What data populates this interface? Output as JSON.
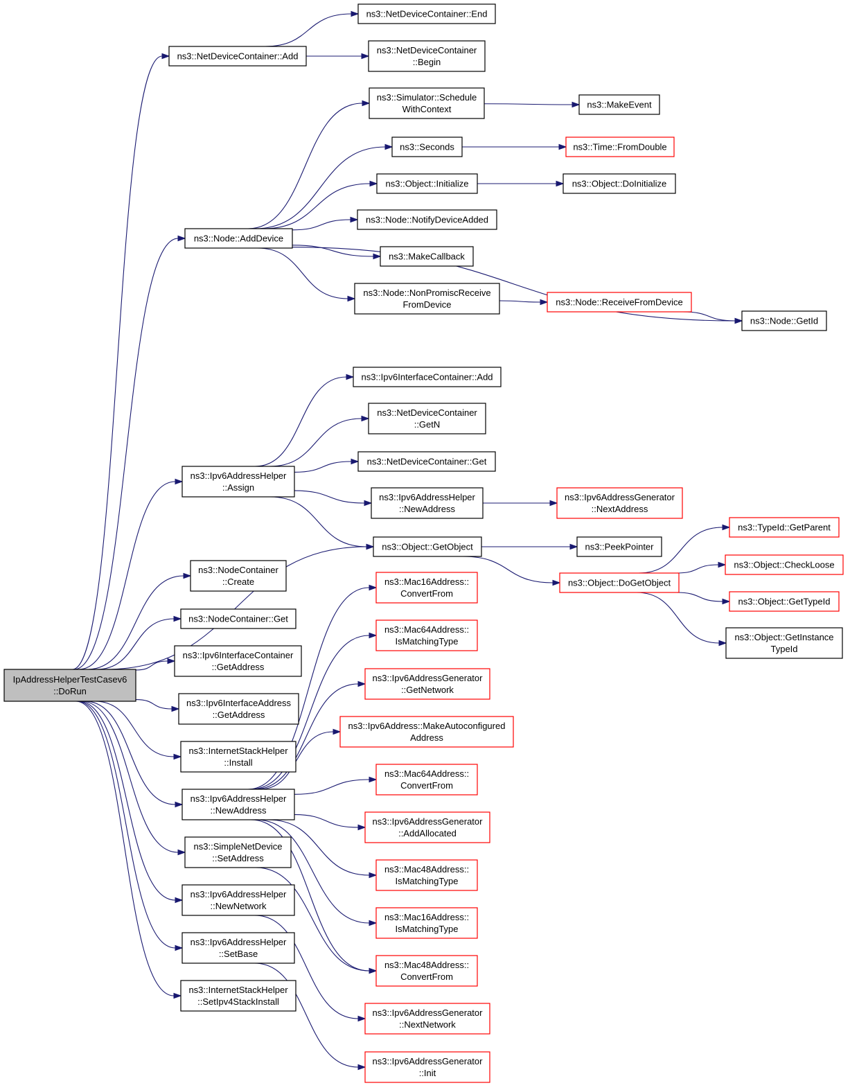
{
  "colors": {
    "edge": "#191970",
    "border_default": "#000000",
    "border_incomplete": "#ff0000",
    "fill_root": "#bfbfbf",
    "fill_default": "#ffffff"
  },
  "nodes": [
    {
      "id": "root",
      "lines": [
        "IpAddressHelperTestCasev6",
        "::DoRun"
      ],
      "kind": "root"
    },
    {
      "id": "ndcAdd",
      "lines": [
        "ns3::NetDeviceContainer::Add"
      ],
      "kind": "normal"
    },
    {
      "id": "ndcEnd",
      "lines": [
        "ns3::NetDeviceContainer::End"
      ],
      "kind": "normal"
    },
    {
      "id": "ndcBegin",
      "lines": [
        "ns3::NetDeviceContainer",
        "::Begin"
      ],
      "kind": "normal"
    },
    {
      "id": "simSchedule",
      "lines": [
        "ns3::Simulator::Schedule",
        "WithContext"
      ],
      "kind": "normal"
    },
    {
      "id": "makeEvent",
      "lines": [
        "ns3::MakeEvent"
      ],
      "kind": "normal"
    },
    {
      "id": "seconds",
      "lines": [
        "ns3::Seconds"
      ],
      "kind": "normal"
    },
    {
      "id": "timeFromDouble",
      "lines": [
        "ns3::Time::FromDouble"
      ],
      "kind": "red"
    },
    {
      "id": "objInit",
      "lines": [
        "ns3::Object::Initialize"
      ],
      "kind": "normal"
    },
    {
      "id": "objDoInit",
      "lines": [
        "ns3::Object::DoInitialize"
      ],
      "kind": "normal"
    },
    {
      "id": "nodeAddDevice",
      "lines": [
        "ns3::Node::AddDevice"
      ],
      "kind": "normal"
    },
    {
      "id": "nodeNotify",
      "lines": [
        "ns3::Node::NotifyDeviceAdded"
      ],
      "kind": "normal"
    },
    {
      "id": "makeCallback",
      "lines": [
        "ns3::MakeCallback"
      ],
      "kind": "normal"
    },
    {
      "id": "nodeNonPromisc",
      "lines": [
        "ns3::Node::NonPromiscReceive",
        "FromDevice"
      ],
      "kind": "normal"
    },
    {
      "id": "nodeRecv",
      "lines": [
        "ns3::Node::ReceiveFromDevice"
      ],
      "kind": "red"
    },
    {
      "id": "nodeGetId",
      "lines": [
        "ns3::Node::GetId"
      ],
      "kind": "normal"
    },
    {
      "id": "ipv6icAdd",
      "lines": [
        "ns3::Ipv6InterfaceContainer::Add"
      ],
      "kind": "normal"
    },
    {
      "id": "ndcGetN",
      "lines": [
        "ns3::NetDeviceContainer",
        "::GetN"
      ],
      "kind": "normal"
    },
    {
      "id": "ndcGet",
      "lines": [
        "ns3::NetDeviceContainer::Get"
      ],
      "kind": "normal"
    },
    {
      "id": "ipv6Assign",
      "lines": [
        "ns3::Ipv6AddressHelper",
        "::Assign"
      ],
      "kind": "normal"
    },
    {
      "id": "ipv6NewAddr1",
      "lines": [
        "ns3::Ipv6AddressHelper",
        "::NewAddress"
      ],
      "kind": "normal"
    },
    {
      "id": "genNextAddr",
      "lines": [
        "ns3::Ipv6AddressGenerator",
        "::NextAddress"
      ],
      "kind": "red"
    },
    {
      "id": "objGetObject",
      "lines": [
        "ns3::Object::GetObject"
      ],
      "kind": "normal"
    },
    {
      "id": "peekPointer",
      "lines": [
        "ns3::PeekPointer"
      ],
      "kind": "normal"
    },
    {
      "id": "typeIdGetParent",
      "lines": [
        "ns3::TypeId::GetParent"
      ],
      "kind": "red"
    },
    {
      "id": "objCheckLoose",
      "lines": [
        "ns3::Object::CheckLoose"
      ],
      "kind": "red"
    },
    {
      "id": "objDoGetObject",
      "lines": [
        "ns3::Object::DoGetObject"
      ],
      "kind": "red"
    },
    {
      "id": "objGetTypeId",
      "lines": [
        "ns3::Object::GetTypeId"
      ],
      "kind": "red"
    },
    {
      "id": "objGetInstance",
      "lines": [
        "ns3::Object::GetInstance",
        "TypeId"
      ],
      "kind": "normal"
    },
    {
      "id": "ncCreate",
      "lines": [
        "ns3::NodeContainer",
        "::Create"
      ],
      "kind": "normal"
    },
    {
      "id": "ncGet",
      "lines": [
        "ns3::NodeContainer::Get"
      ],
      "kind": "normal"
    },
    {
      "id": "ipv6icGetAddr",
      "lines": [
        "ns3::Ipv6InterfaceContainer",
        "::GetAddress"
      ],
      "kind": "normal"
    },
    {
      "id": "ipv6iaGetAddr",
      "lines": [
        "ns3::Ipv6InterfaceAddress",
        "::GetAddress"
      ],
      "kind": "normal"
    },
    {
      "id": "ishInstall",
      "lines": [
        "ns3::InternetStackHelper",
        "::Install"
      ],
      "kind": "normal"
    },
    {
      "id": "ipv6NewAddr2",
      "lines": [
        "ns3::Ipv6AddressHelper",
        "::NewAddress"
      ],
      "kind": "normal"
    },
    {
      "id": "sndSetAddr",
      "lines": [
        "ns3::SimpleNetDevice",
        "::SetAddress"
      ],
      "kind": "normal"
    },
    {
      "id": "ipv6NewNet",
      "lines": [
        "ns3::Ipv6AddressHelper",
        "::NewNetwork"
      ],
      "kind": "normal"
    },
    {
      "id": "ipv6SetBase",
      "lines": [
        "ns3::Ipv6AddressHelper",
        "::SetBase"
      ],
      "kind": "normal"
    },
    {
      "id": "ishSetIpv4",
      "lines": [
        "ns3::InternetStackHelper",
        "::SetIpv4StackInstall"
      ],
      "kind": "normal"
    },
    {
      "id": "mac16Convert",
      "lines": [
        "ns3::Mac16Address::",
        "ConvertFrom"
      ],
      "kind": "red"
    },
    {
      "id": "mac64IsMatch",
      "lines": [
        "ns3::Mac64Address::",
        "IsMatchingType"
      ],
      "kind": "red"
    },
    {
      "id": "genGetNetwork",
      "lines": [
        "ns3::Ipv6AddressGenerator",
        "::GetNetwork"
      ],
      "kind": "red"
    },
    {
      "id": "ipv6MakeAuto",
      "lines": [
        "ns3::Ipv6Address::MakeAutoconfigured",
        "Address"
      ],
      "kind": "red"
    },
    {
      "id": "mac64Convert",
      "lines": [
        "ns3::Mac64Address::",
        "ConvertFrom"
      ],
      "kind": "red"
    },
    {
      "id": "genAddAlloc",
      "lines": [
        "ns3::Ipv6AddressGenerator",
        "::AddAllocated"
      ],
      "kind": "red"
    },
    {
      "id": "mac48IsMatch",
      "lines": [
        "ns3::Mac48Address::",
        "IsMatchingType"
      ],
      "kind": "red"
    },
    {
      "id": "mac16IsMatch",
      "lines": [
        "ns3::Mac16Address::",
        "IsMatchingType"
      ],
      "kind": "red"
    },
    {
      "id": "mac48Convert",
      "lines": [
        "ns3::Mac48Address::",
        "ConvertFrom"
      ],
      "kind": "red"
    },
    {
      "id": "genNextNet",
      "lines": [
        "ns3::Ipv6AddressGenerator",
        "::NextNetwork"
      ],
      "kind": "red"
    },
    {
      "id": "genInit",
      "lines": [
        "ns3::Ipv6AddressGenerator",
        "::Init"
      ],
      "kind": "red"
    }
  ],
  "edges": [
    [
      "root",
      "ndcAdd"
    ],
    [
      "root",
      "nodeAddDevice"
    ],
    [
      "root",
      "ipv6Assign"
    ],
    [
      "root",
      "objGetObject"
    ],
    [
      "root",
      "ncCreate"
    ],
    [
      "root",
      "ncGet"
    ],
    [
      "root",
      "ipv6icGetAddr"
    ],
    [
      "root",
      "ipv6iaGetAddr"
    ],
    [
      "root",
      "ishInstall"
    ],
    [
      "root",
      "ipv6NewAddr2"
    ],
    [
      "root",
      "sndSetAddr"
    ],
    [
      "root",
      "ipv6NewNet"
    ],
    [
      "root",
      "ipv6SetBase"
    ],
    [
      "root",
      "ishSetIpv4"
    ],
    [
      "ndcAdd",
      "ndcEnd"
    ],
    [
      "ndcAdd",
      "ndcBegin"
    ],
    [
      "nodeAddDevice",
      "simSchedule"
    ],
    [
      "nodeAddDevice",
      "seconds"
    ],
    [
      "nodeAddDevice",
      "objInit"
    ],
    [
      "nodeAddDevice",
      "nodeNotify"
    ],
    [
      "nodeAddDevice",
      "makeCallback"
    ],
    [
      "nodeAddDevice",
      "nodeNonPromisc"
    ],
    [
      "nodeAddDevice",
      "nodeGetId"
    ],
    [
      "simSchedule",
      "makeEvent"
    ],
    [
      "seconds",
      "timeFromDouble"
    ],
    [
      "objInit",
      "objDoInit"
    ],
    [
      "nodeNonPromisc",
      "nodeRecv"
    ],
    [
      "nodeRecv",
      "nodeGetId"
    ],
    [
      "ipv6Assign",
      "ipv6icAdd"
    ],
    [
      "ipv6Assign",
      "ndcGetN"
    ],
    [
      "ipv6Assign",
      "ndcGet"
    ],
    [
      "ipv6Assign",
      "ipv6NewAddr1"
    ],
    [
      "ipv6Assign",
      "objGetObject"
    ],
    [
      "ipv6NewAddr1",
      "genNextAddr"
    ],
    [
      "objGetObject",
      "peekPointer"
    ],
    [
      "objGetObject",
      "objDoGetObject"
    ],
    [
      "objDoGetObject",
      "typeIdGetParent"
    ],
    [
      "objDoGetObject",
      "objCheckLoose"
    ],
    [
      "objDoGetObject",
      "objGetTypeId"
    ],
    [
      "objDoGetObject",
      "objGetInstance"
    ],
    [
      "ipv6NewAddr2",
      "mac16Convert"
    ],
    [
      "ipv6NewAddr2",
      "mac64IsMatch"
    ],
    [
      "ipv6NewAddr2",
      "genGetNetwork"
    ],
    [
      "ipv6NewAddr2",
      "ipv6MakeAuto"
    ],
    [
      "ipv6NewAddr2",
      "mac64Convert"
    ],
    [
      "ipv6NewAddr2",
      "genAddAlloc"
    ],
    [
      "ipv6NewAddr2",
      "mac48IsMatch"
    ],
    [
      "ipv6NewAddr2",
      "mac16IsMatch"
    ],
    [
      "ipv6NewAddr2",
      "mac48Convert"
    ],
    [
      "sndSetAddr",
      "mac48Convert"
    ],
    [
      "ipv6NewNet",
      "genNextNet"
    ],
    [
      "ipv6SetBase",
      "genInit"
    ]
  ]
}
